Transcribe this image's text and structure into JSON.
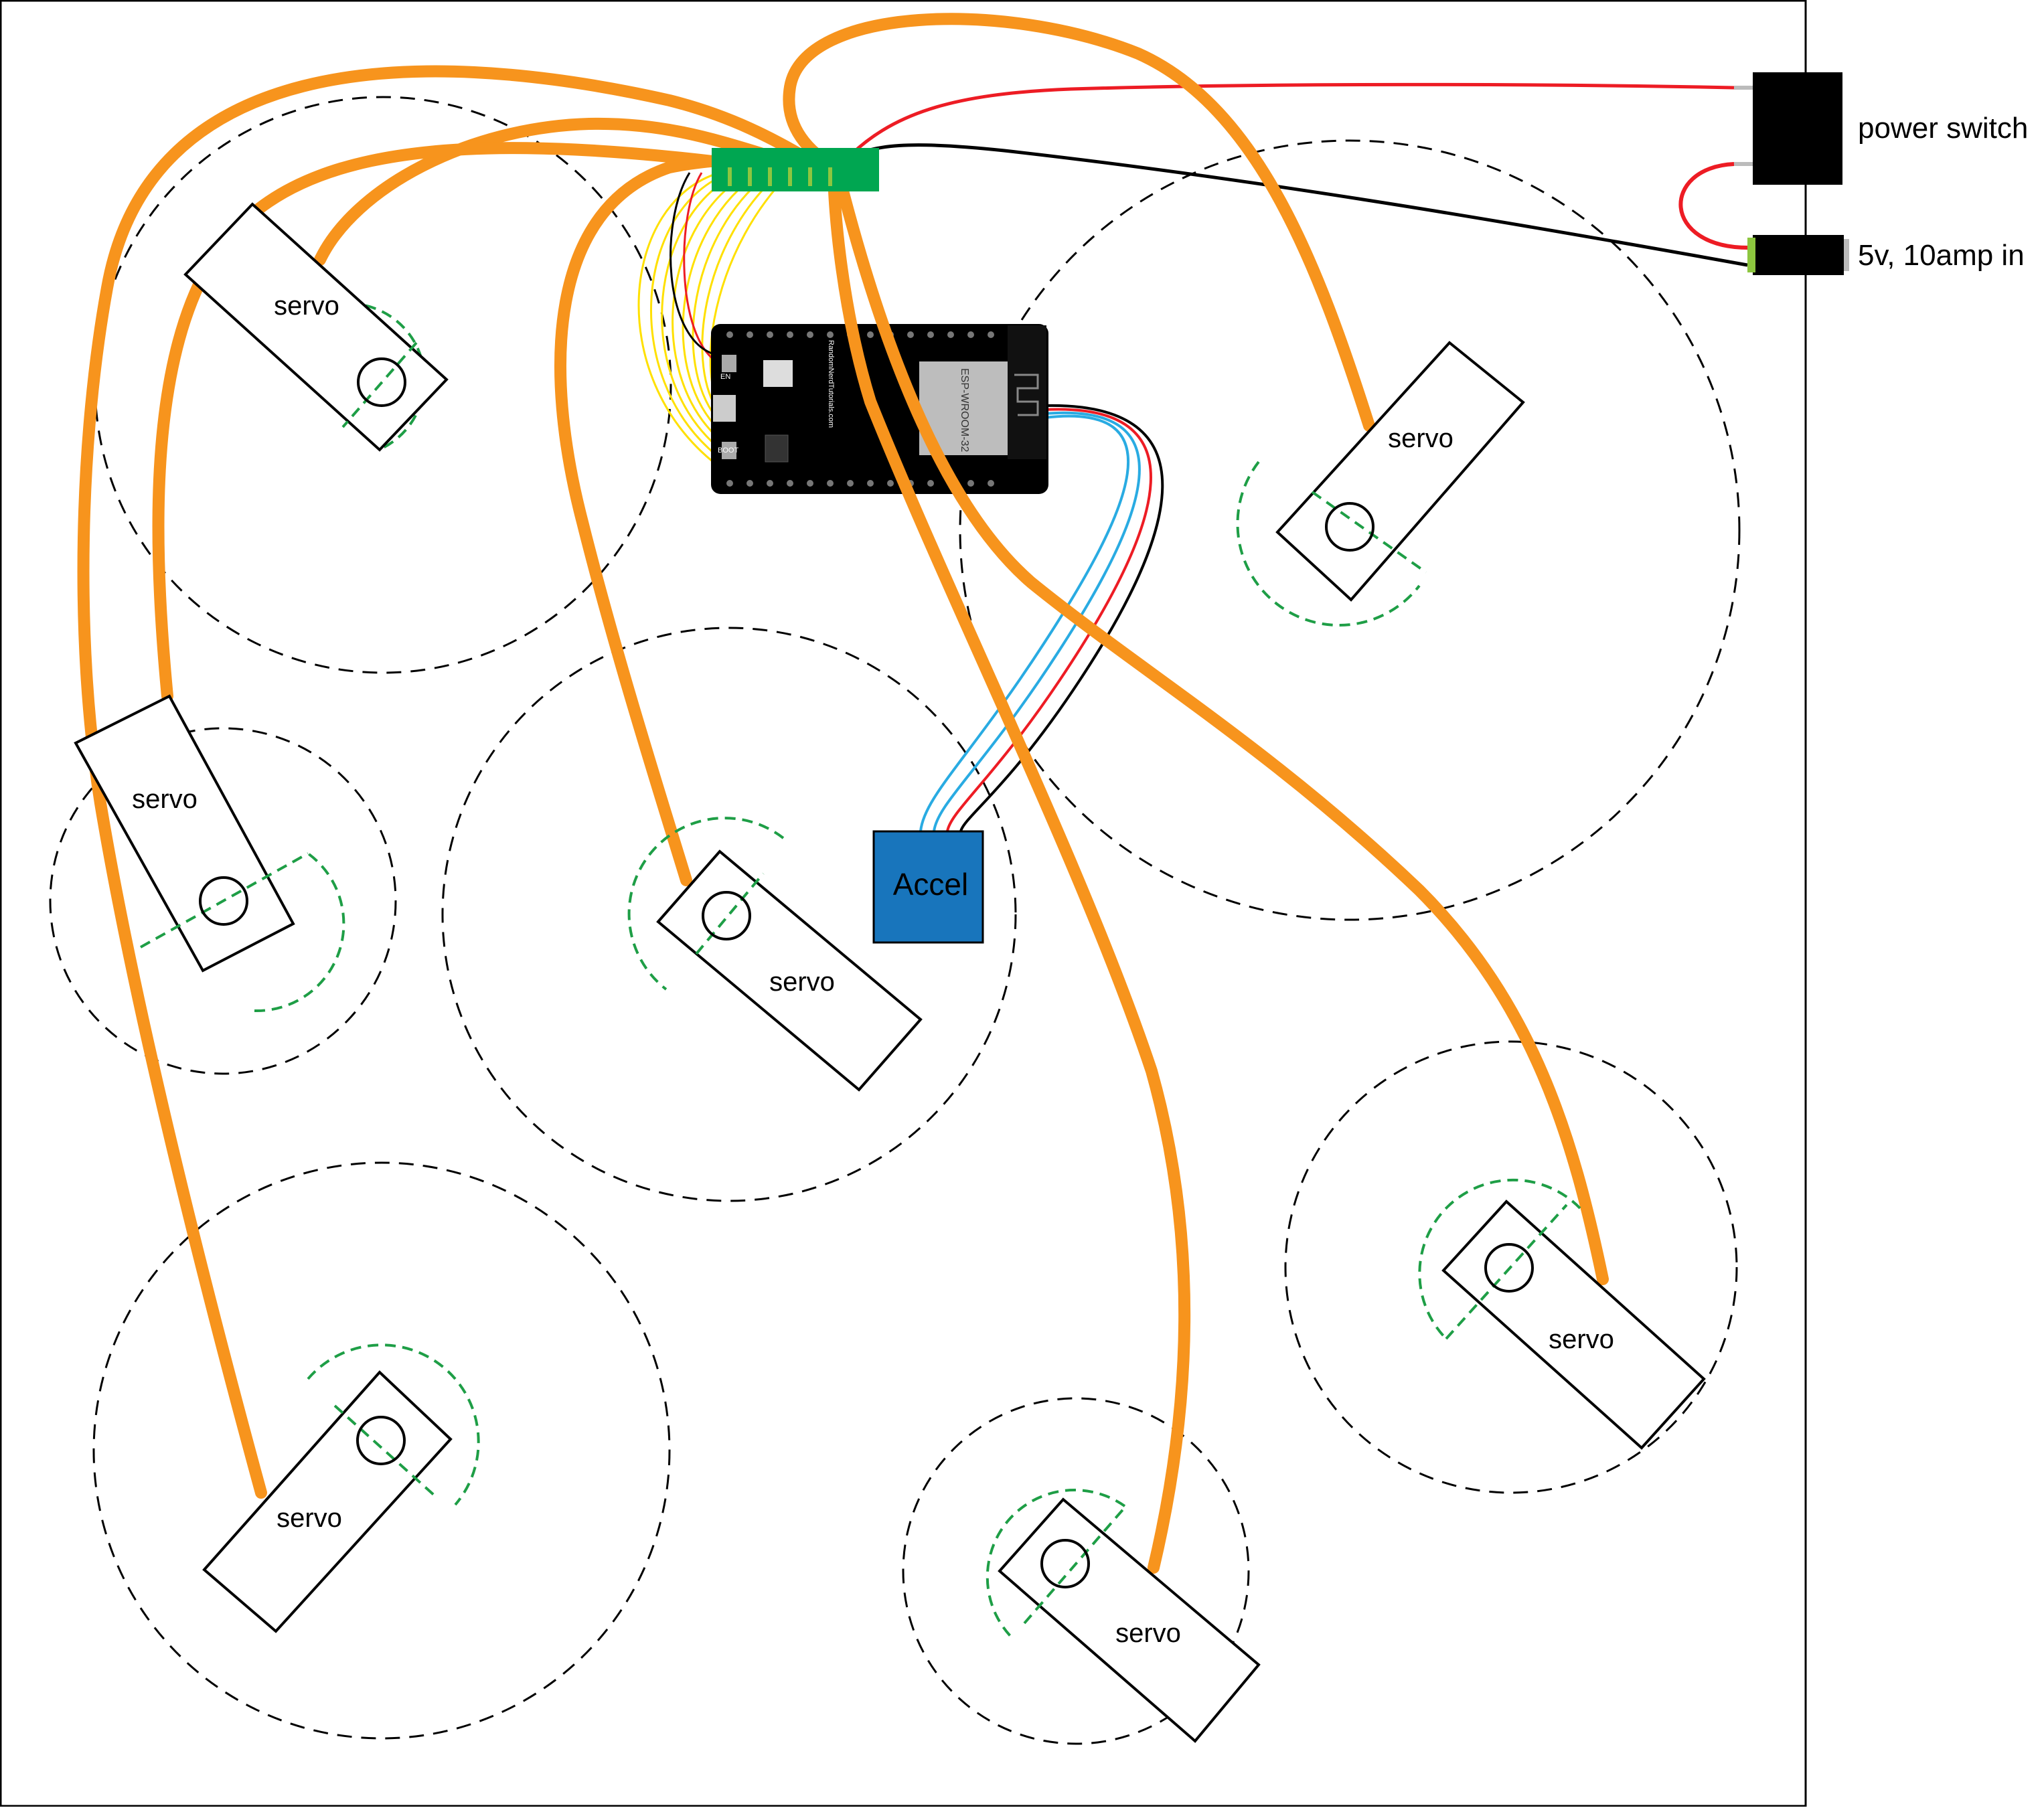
{
  "servo_label": "servo",
  "servos": [
    {
      "id": "top-left"
    },
    {
      "id": "left"
    },
    {
      "id": "center"
    },
    {
      "id": "top-right"
    },
    {
      "id": "right"
    },
    {
      "id": "bottom-left"
    },
    {
      "id": "bottom-center"
    }
  ],
  "power_switch_label": "power switch",
  "power_in_label": "5v, 10amp in",
  "accel_label": "Accel",
  "board": {
    "name": "ESP32 dev board",
    "module_text": "ESP-WROOM-32",
    "vendor_text": "RandomNerdTutorials.com",
    "en_label": "EN",
    "boot_label": "BOOT"
  },
  "colors": {
    "servo_wire": "#F7941D",
    "signal_wire": "#FFE000",
    "power_red": "#ED1C24",
    "ground_black": "#000000",
    "i2c_blue": "#29ABE2",
    "accel_fill": "#1875BC",
    "terminal_green": "#00A651",
    "sweep_green": "#1E9E46",
    "range_black": "#000000"
  }
}
